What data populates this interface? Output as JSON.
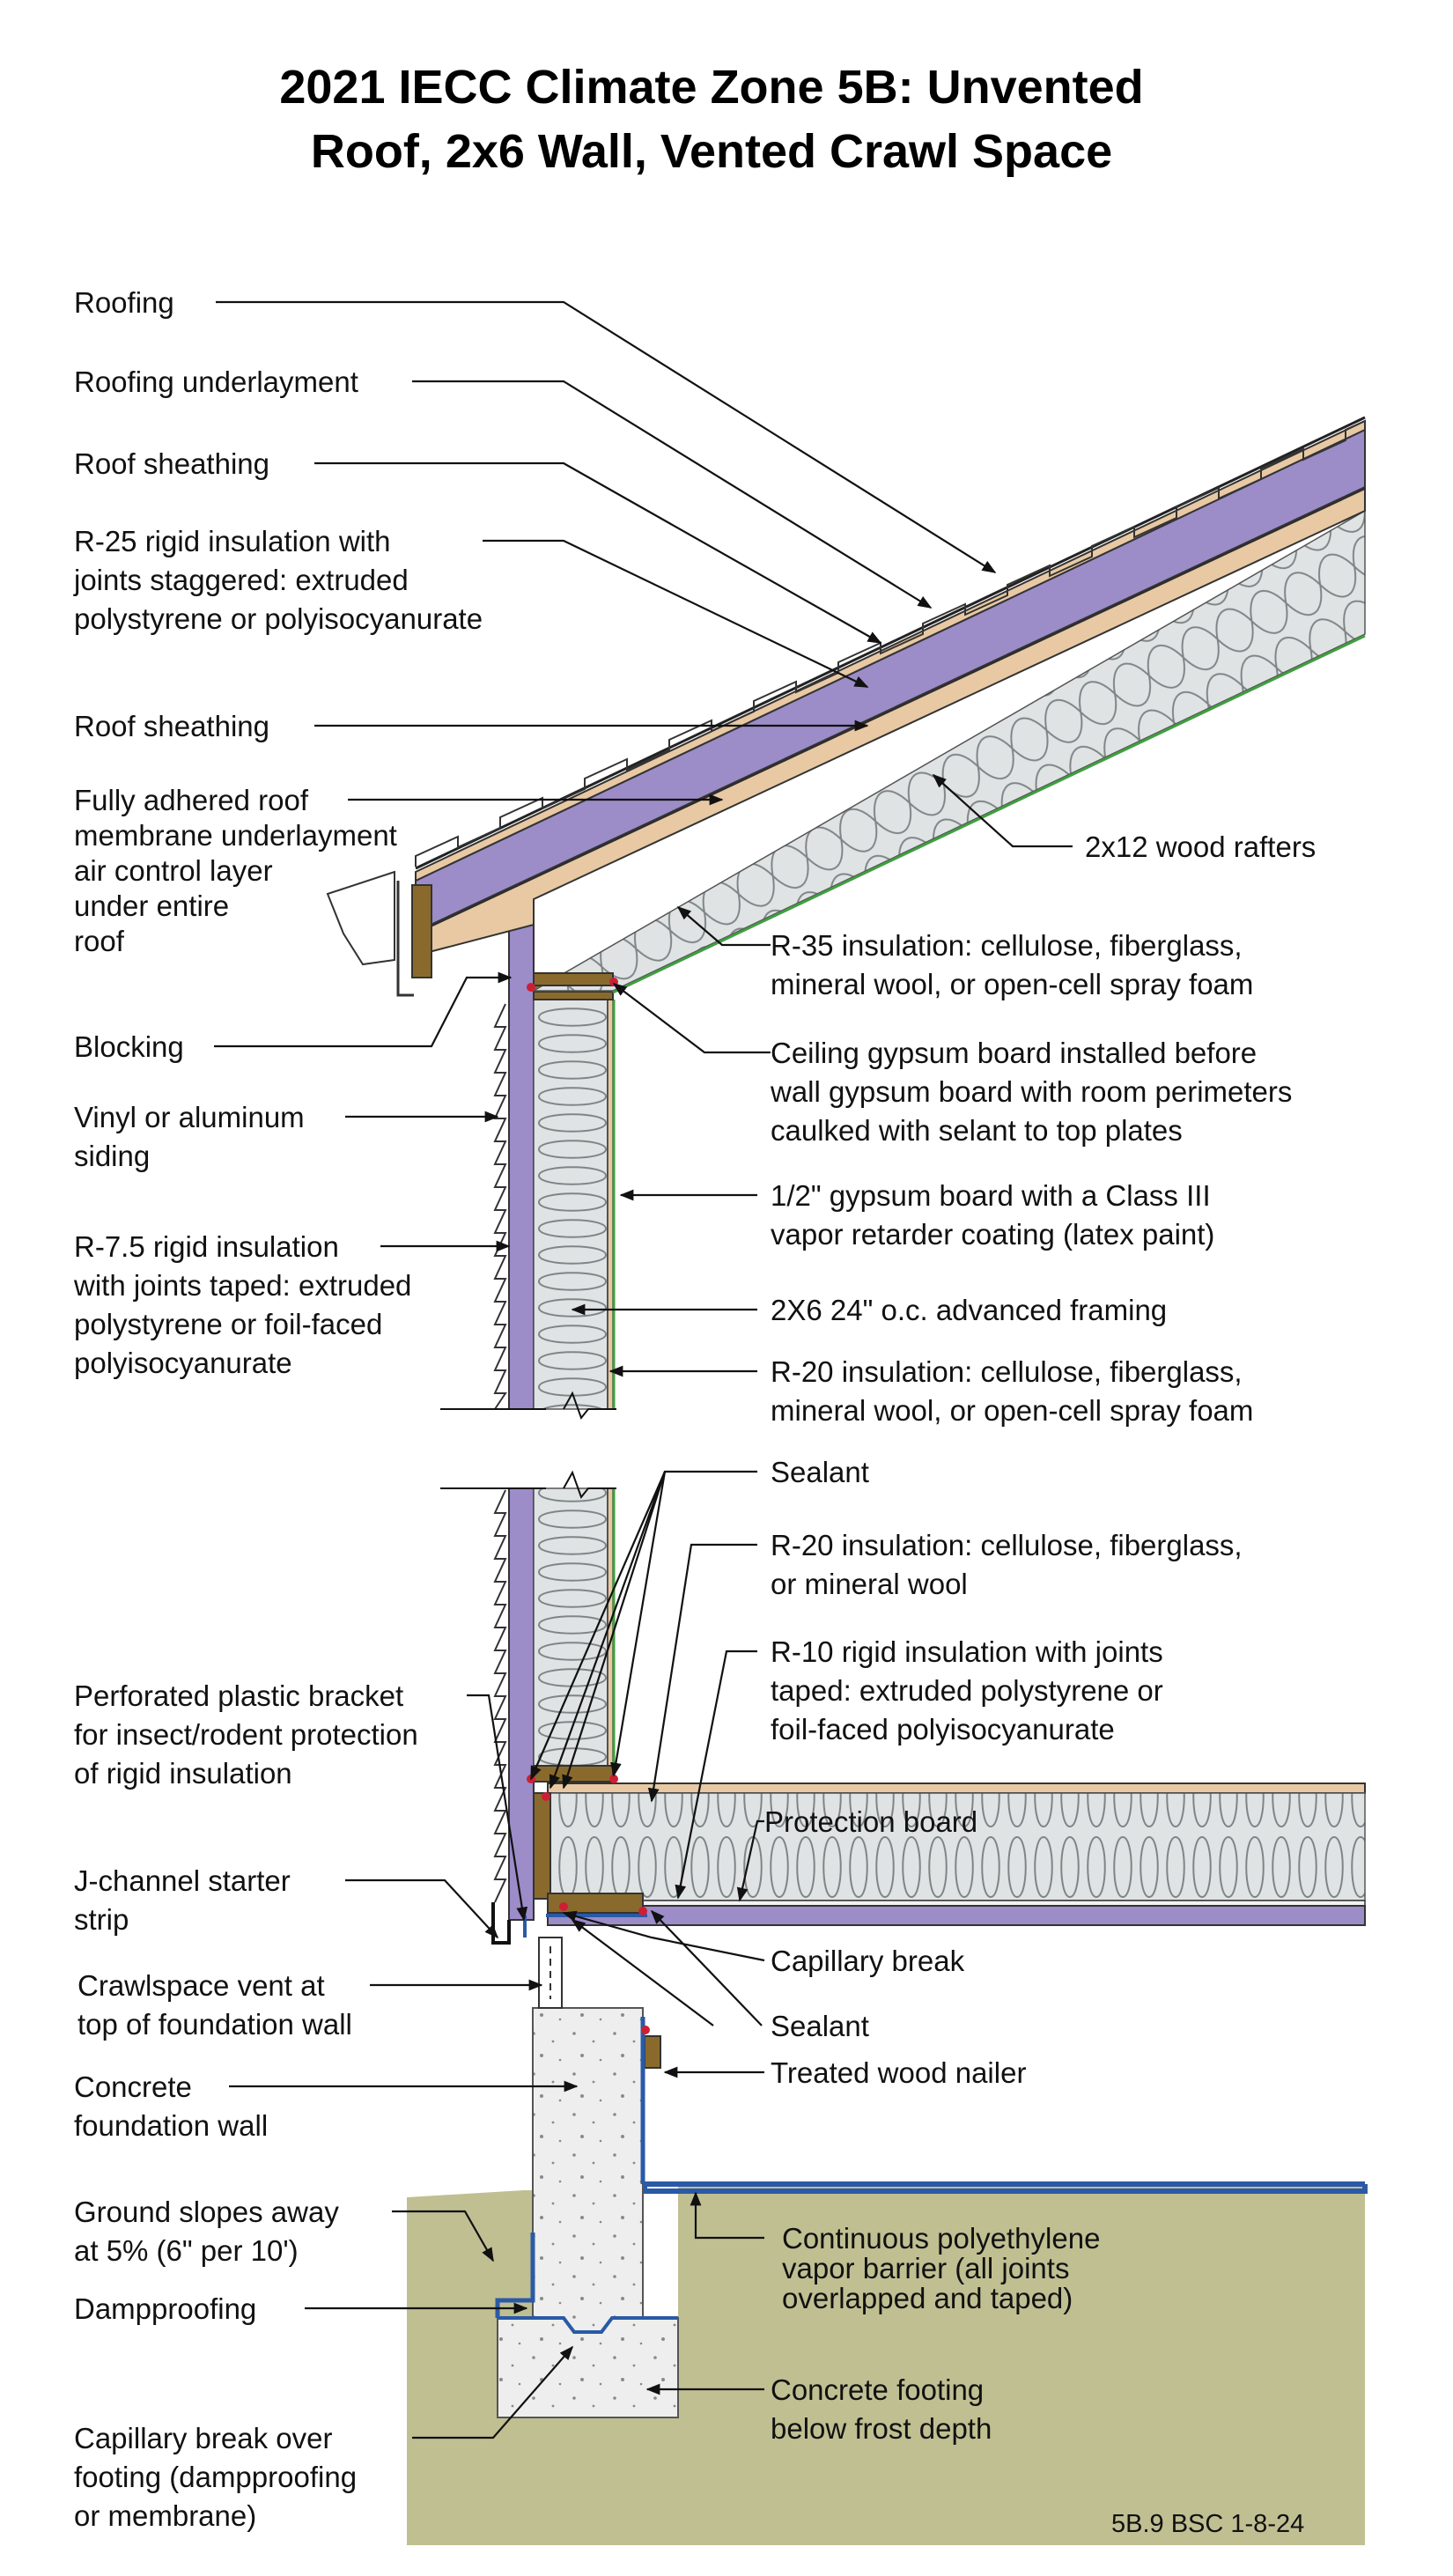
{
  "title": {
    "line1": "2021 IECC Climate Zone 5B: Unvented",
    "line2": "Roof, 2x6 Wall, Vented Crawl Space"
  },
  "labels": {
    "roofing": [
      "Roofing"
    ],
    "roofing_underlayment": [
      "Roofing underlayment"
    ],
    "roof_sheathing_top": [
      "Roof sheathing"
    ],
    "r25_rigid": [
      "R-25 rigid insulation with",
      "joints staggered: extruded",
      "polystyrene or polyisocyanurate"
    ],
    "roof_sheathing_lower": [
      "Roof sheathing"
    ],
    "membrane": [
      "Fully adhered roof",
      "membrane underlayment",
      "air control layer",
      "under entire",
      "roof"
    ],
    "rafters": [
      "2x12 wood rafters"
    ],
    "r35": [
      "R-35 insulation: cellulose, fiberglass,",
      "mineral wool, or open-cell spray foam"
    ],
    "blocking": [
      "Blocking"
    ],
    "ceiling_gypsum": [
      "Ceiling gypsum board installed before",
      "wall gypsum board with room perimeters",
      "caulked with selant to top plates"
    ],
    "siding": [
      "Vinyl or aluminum",
      "siding"
    ],
    "gypsum_wall": [
      "1/2\" gypsum board with a Class III",
      "vapor retarder coating (latex paint)"
    ],
    "r75": [
      "R-7.5 rigid insulation",
      "with joints taped: extruded",
      "polystyrene or foil-faced",
      "polyisocyanurate"
    ],
    "framing": [
      "2X6 24\" o.c. advanced framing"
    ],
    "r20_wall": [
      "R-20 insulation: cellulose, fiberglass,",
      "mineral wool, or open-cell spray foam"
    ],
    "sealant_top": [
      "Sealant"
    ],
    "r20_floor": [
      "R-20 insulation: cellulose, fiberglass,",
      "or mineral wool"
    ],
    "r10": [
      "R-10 rigid insulation with joints",
      "taped: extruded polystyrene or",
      "foil-faced polyisocyanurate"
    ],
    "bracket": [
      "Perforated plastic bracket",
      "for insect/rodent protection",
      "of rigid insulation"
    ],
    "protection_board": [
      "Protection board"
    ],
    "jchannel": [
      "J-channel starter",
      "strip"
    ],
    "capillary_break": [
      "Capillary break"
    ],
    "crawl_vent": [
      "Crawlspace vent at",
      "top of foundation wall"
    ],
    "sealant_bottom": [
      "Sealant"
    ],
    "nailer": [
      "Treated wood nailer"
    ],
    "foundation_wall": [
      "Concrete",
      "foundation wall"
    ],
    "ground_slope": [
      "Ground slopes away",
      "at 5% (6\" per 10')"
    ],
    "poly_barrier": [
      "Continuous polyethylene",
      "vapor barrier (all joints",
      "overlapped and taped)"
    ],
    "dampproofing": [
      "Dampproofing"
    ],
    "footing": [
      "Concrete footing",
      "below frost depth"
    ],
    "capillary_footing": [
      "Capillary break over",
      "footing (dampproofing",
      "or membrane)"
    ]
  },
  "reference": "5B.9 BSC 1-8-24",
  "colors": {
    "rigid_insulation": "#9c8cc8",
    "batt_insulation": "#dfe3e4",
    "wood": "#8a6a2c",
    "sheathing": "#e8c9a4",
    "concrete": "#eeeeee",
    "soil": "#c0bf92",
    "membrane": "#2a5aa6",
    "air_barrier": "#3f9f3f",
    "sealant": "#cc1f35"
  }
}
